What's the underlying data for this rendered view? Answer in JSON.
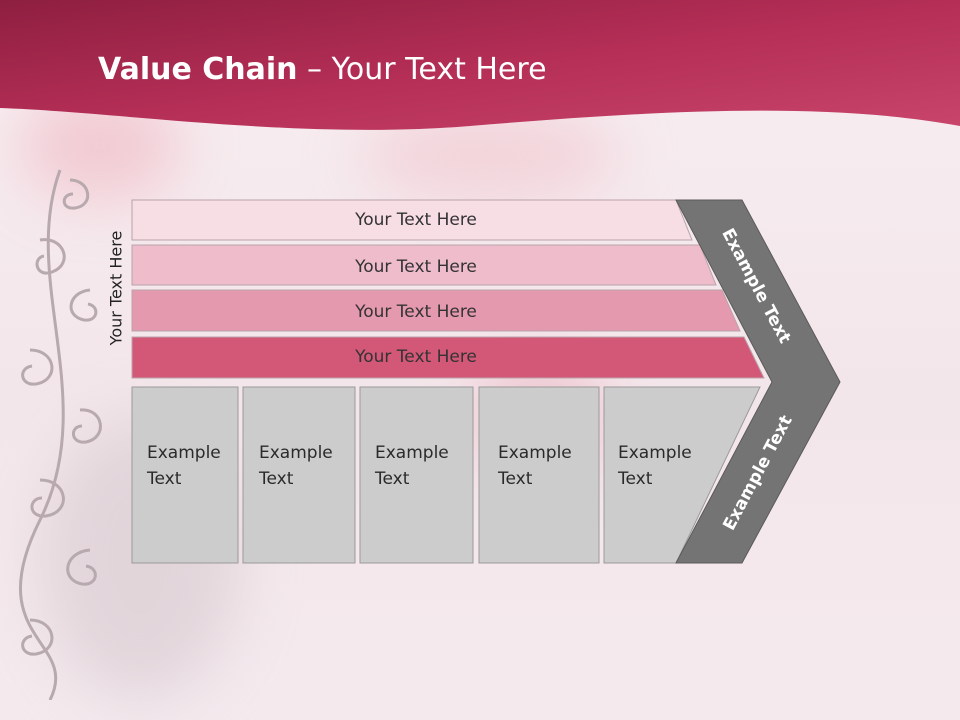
{
  "title": {
    "bold": "Value Chain",
    "rest": " – Your Text Here"
  },
  "vertical_label": "Your Text Here",
  "rows": [
    {
      "label": "Your Text Here",
      "color": "#f7dde4"
    },
    {
      "label": "Your Text Here",
      "color": "#efbccb"
    },
    {
      "label": "Your Text Here",
      "color": "#e599ae"
    },
    {
      "label": "Your Text Here",
      "color": "#d35877"
    }
  ],
  "cells": [
    {
      "line1": "Example",
      "line2": "Text"
    },
    {
      "line1": "Example",
      "line2": "Text"
    },
    {
      "line1": "Example",
      "line2": "Text"
    },
    {
      "line1": "Example",
      "line2": "Text"
    },
    {
      "line1": "Example",
      "line2": "Text"
    }
  ],
  "chevron": {
    "top_label": "Example Text",
    "bottom_label": "Example Text",
    "color": "#747474"
  },
  "colors": {
    "header": "#b8325a",
    "cell": "#cccccc"
  }
}
